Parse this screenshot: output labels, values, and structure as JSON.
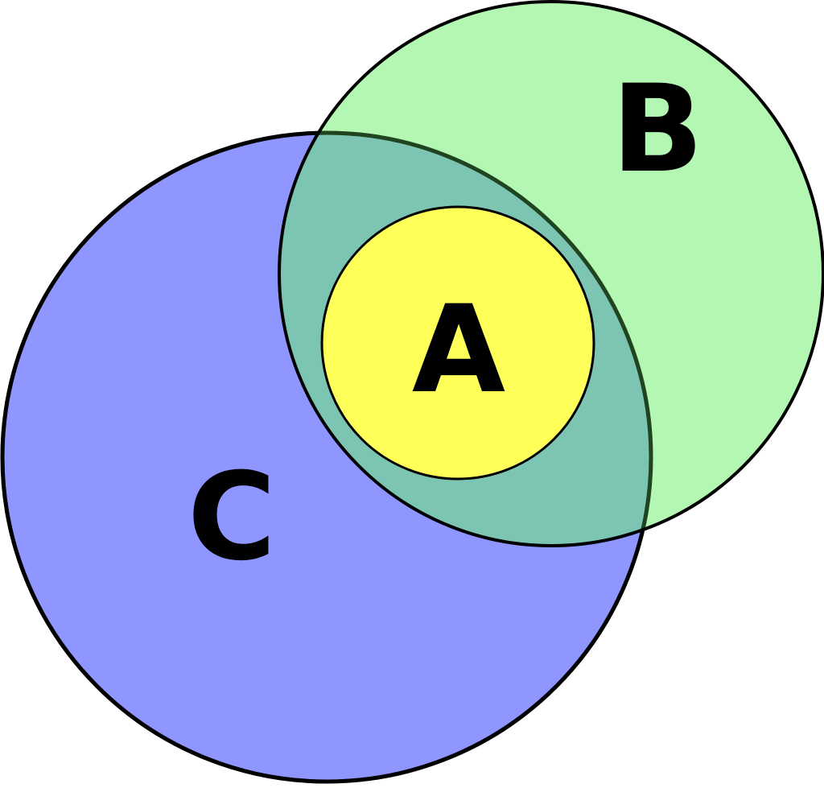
{
  "diagram": {
    "sets": [
      {
        "id": "C",
        "label": "C",
        "color": "#8f96ff"
      },
      {
        "id": "B",
        "label": "B",
        "color": "#6ef06e"
      },
      {
        "id": "A",
        "label": "A",
        "color": "#ffff59"
      }
    ],
    "relations": {
      "A_subset_of": [
        "B",
        "C"
      ]
    },
    "colors": {
      "outline": "#000000",
      "overlap": "#7ac9b6",
      "background": "#ffffff"
    }
  }
}
